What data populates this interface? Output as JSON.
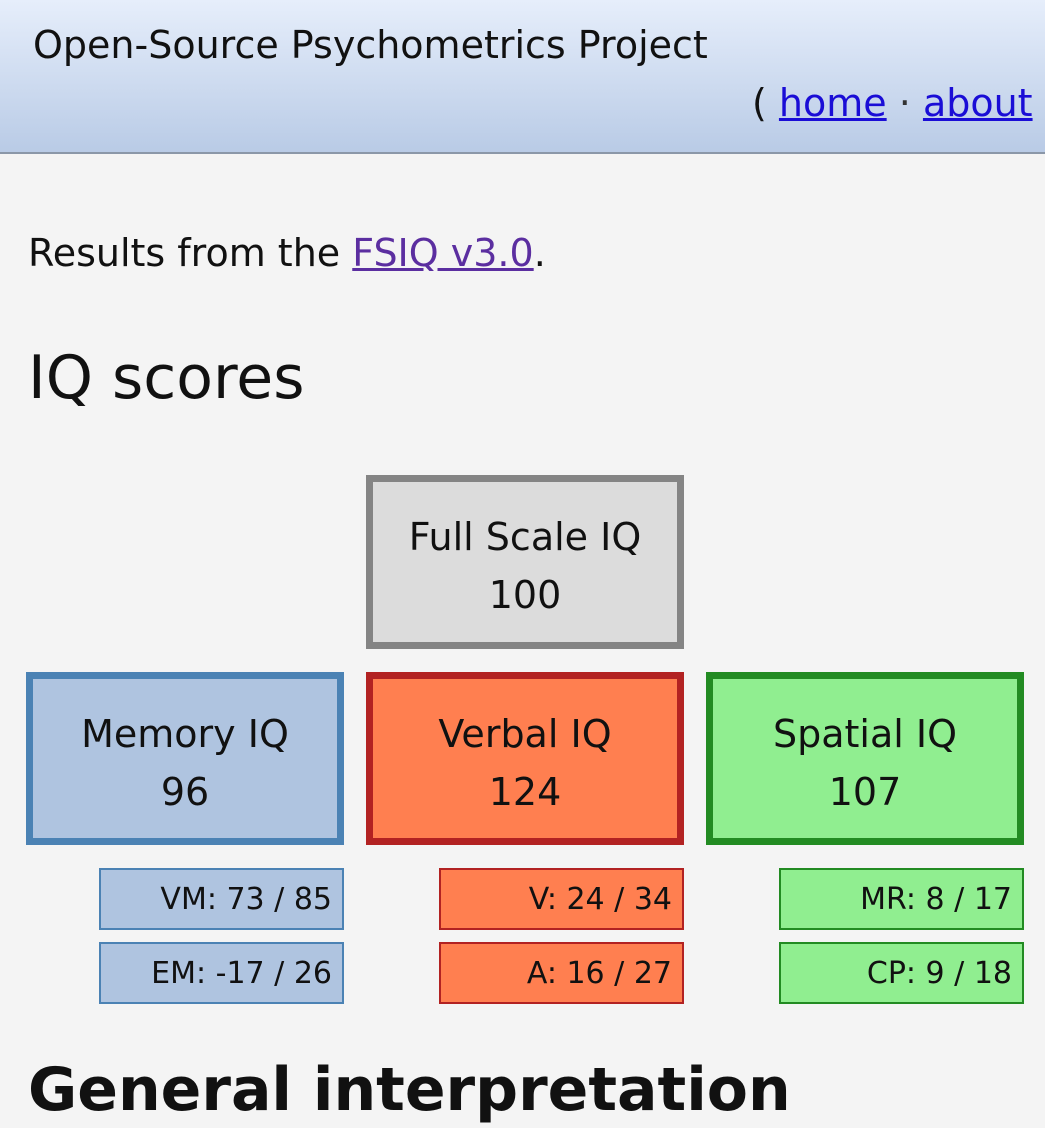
{
  "header": {
    "title": "Open-Source Psychometrics Project",
    "nav": {
      "open": "(",
      "home": "home",
      "sep": "·",
      "about": "about",
      "close": ")"
    }
  },
  "intro": {
    "prefix": "Results from the ",
    "link": "FSIQ v3.0",
    "suffix": "."
  },
  "section_title": "IQ scores",
  "scores": {
    "full": {
      "label": "Full Scale IQ",
      "value": "100"
    },
    "memory": {
      "label": "Memory IQ",
      "value": "96"
    },
    "verbal": {
      "label": "Verbal IQ",
      "value": "124"
    },
    "spatial": {
      "label": "Spatial IQ",
      "value": "107"
    }
  },
  "subscores": {
    "vm": "VM: 73 / 85",
    "em": "EM: -17 / 26",
    "v": "V: 24 / 34",
    "a": "A: 16 / 27",
    "mr": "MR: 8 / 17",
    "cp": "CP: 9 / 18"
  },
  "next_section_title": "General interpretation",
  "colors": {
    "memory": "#afc4e0",
    "memory_border": "#4b82b4",
    "verbal": "#ff7f50",
    "verbal_border": "#b22222",
    "spatial": "#90ee90",
    "spatial_border": "#228b22",
    "full": "#dcdcdc",
    "full_border": "#848484"
  }
}
